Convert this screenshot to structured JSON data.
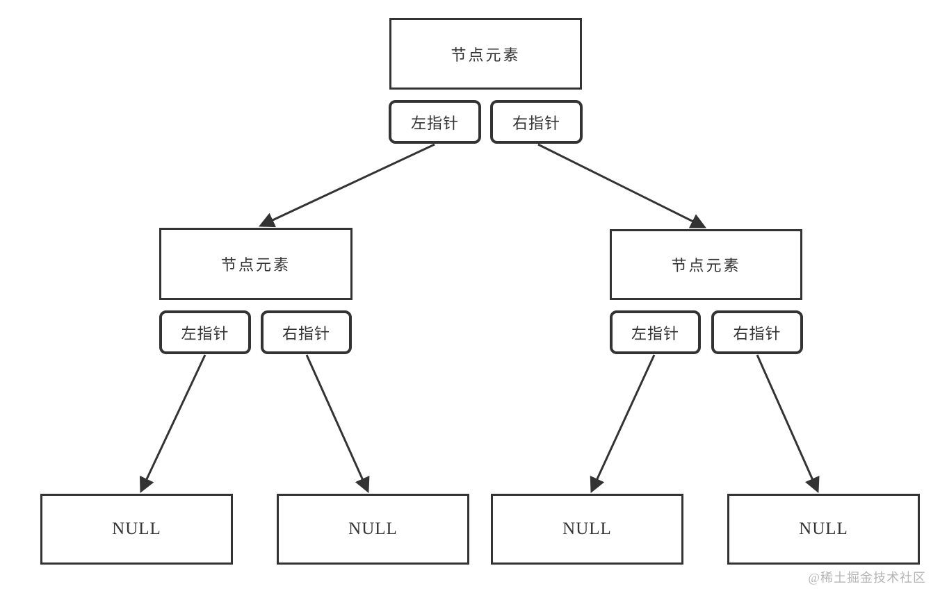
{
  "diagram": {
    "title_hint": "binary-tree-node-structure",
    "nodes": {
      "root": {
        "element": "节点元素",
        "left_pointer": "左指针",
        "right_pointer": "右指针"
      },
      "left_child": {
        "element": "节点元素",
        "left_pointer": "左指针",
        "right_pointer": "右指针"
      },
      "right_child": {
        "element": "节点元素",
        "left_pointer": "左指针",
        "right_pointer": "右指针"
      }
    },
    "leaves": [
      "NULL",
      "NULL",
      "NULL",
      "NULL"
    ]
  },
  "watermark": "@稀土掘金技术社区",
  "colors": {
    "stroke": "#333333",
    "text": "#333333",
    "watermark": "#b5b5b5",
    "background": "#ffffff"
  }
}
